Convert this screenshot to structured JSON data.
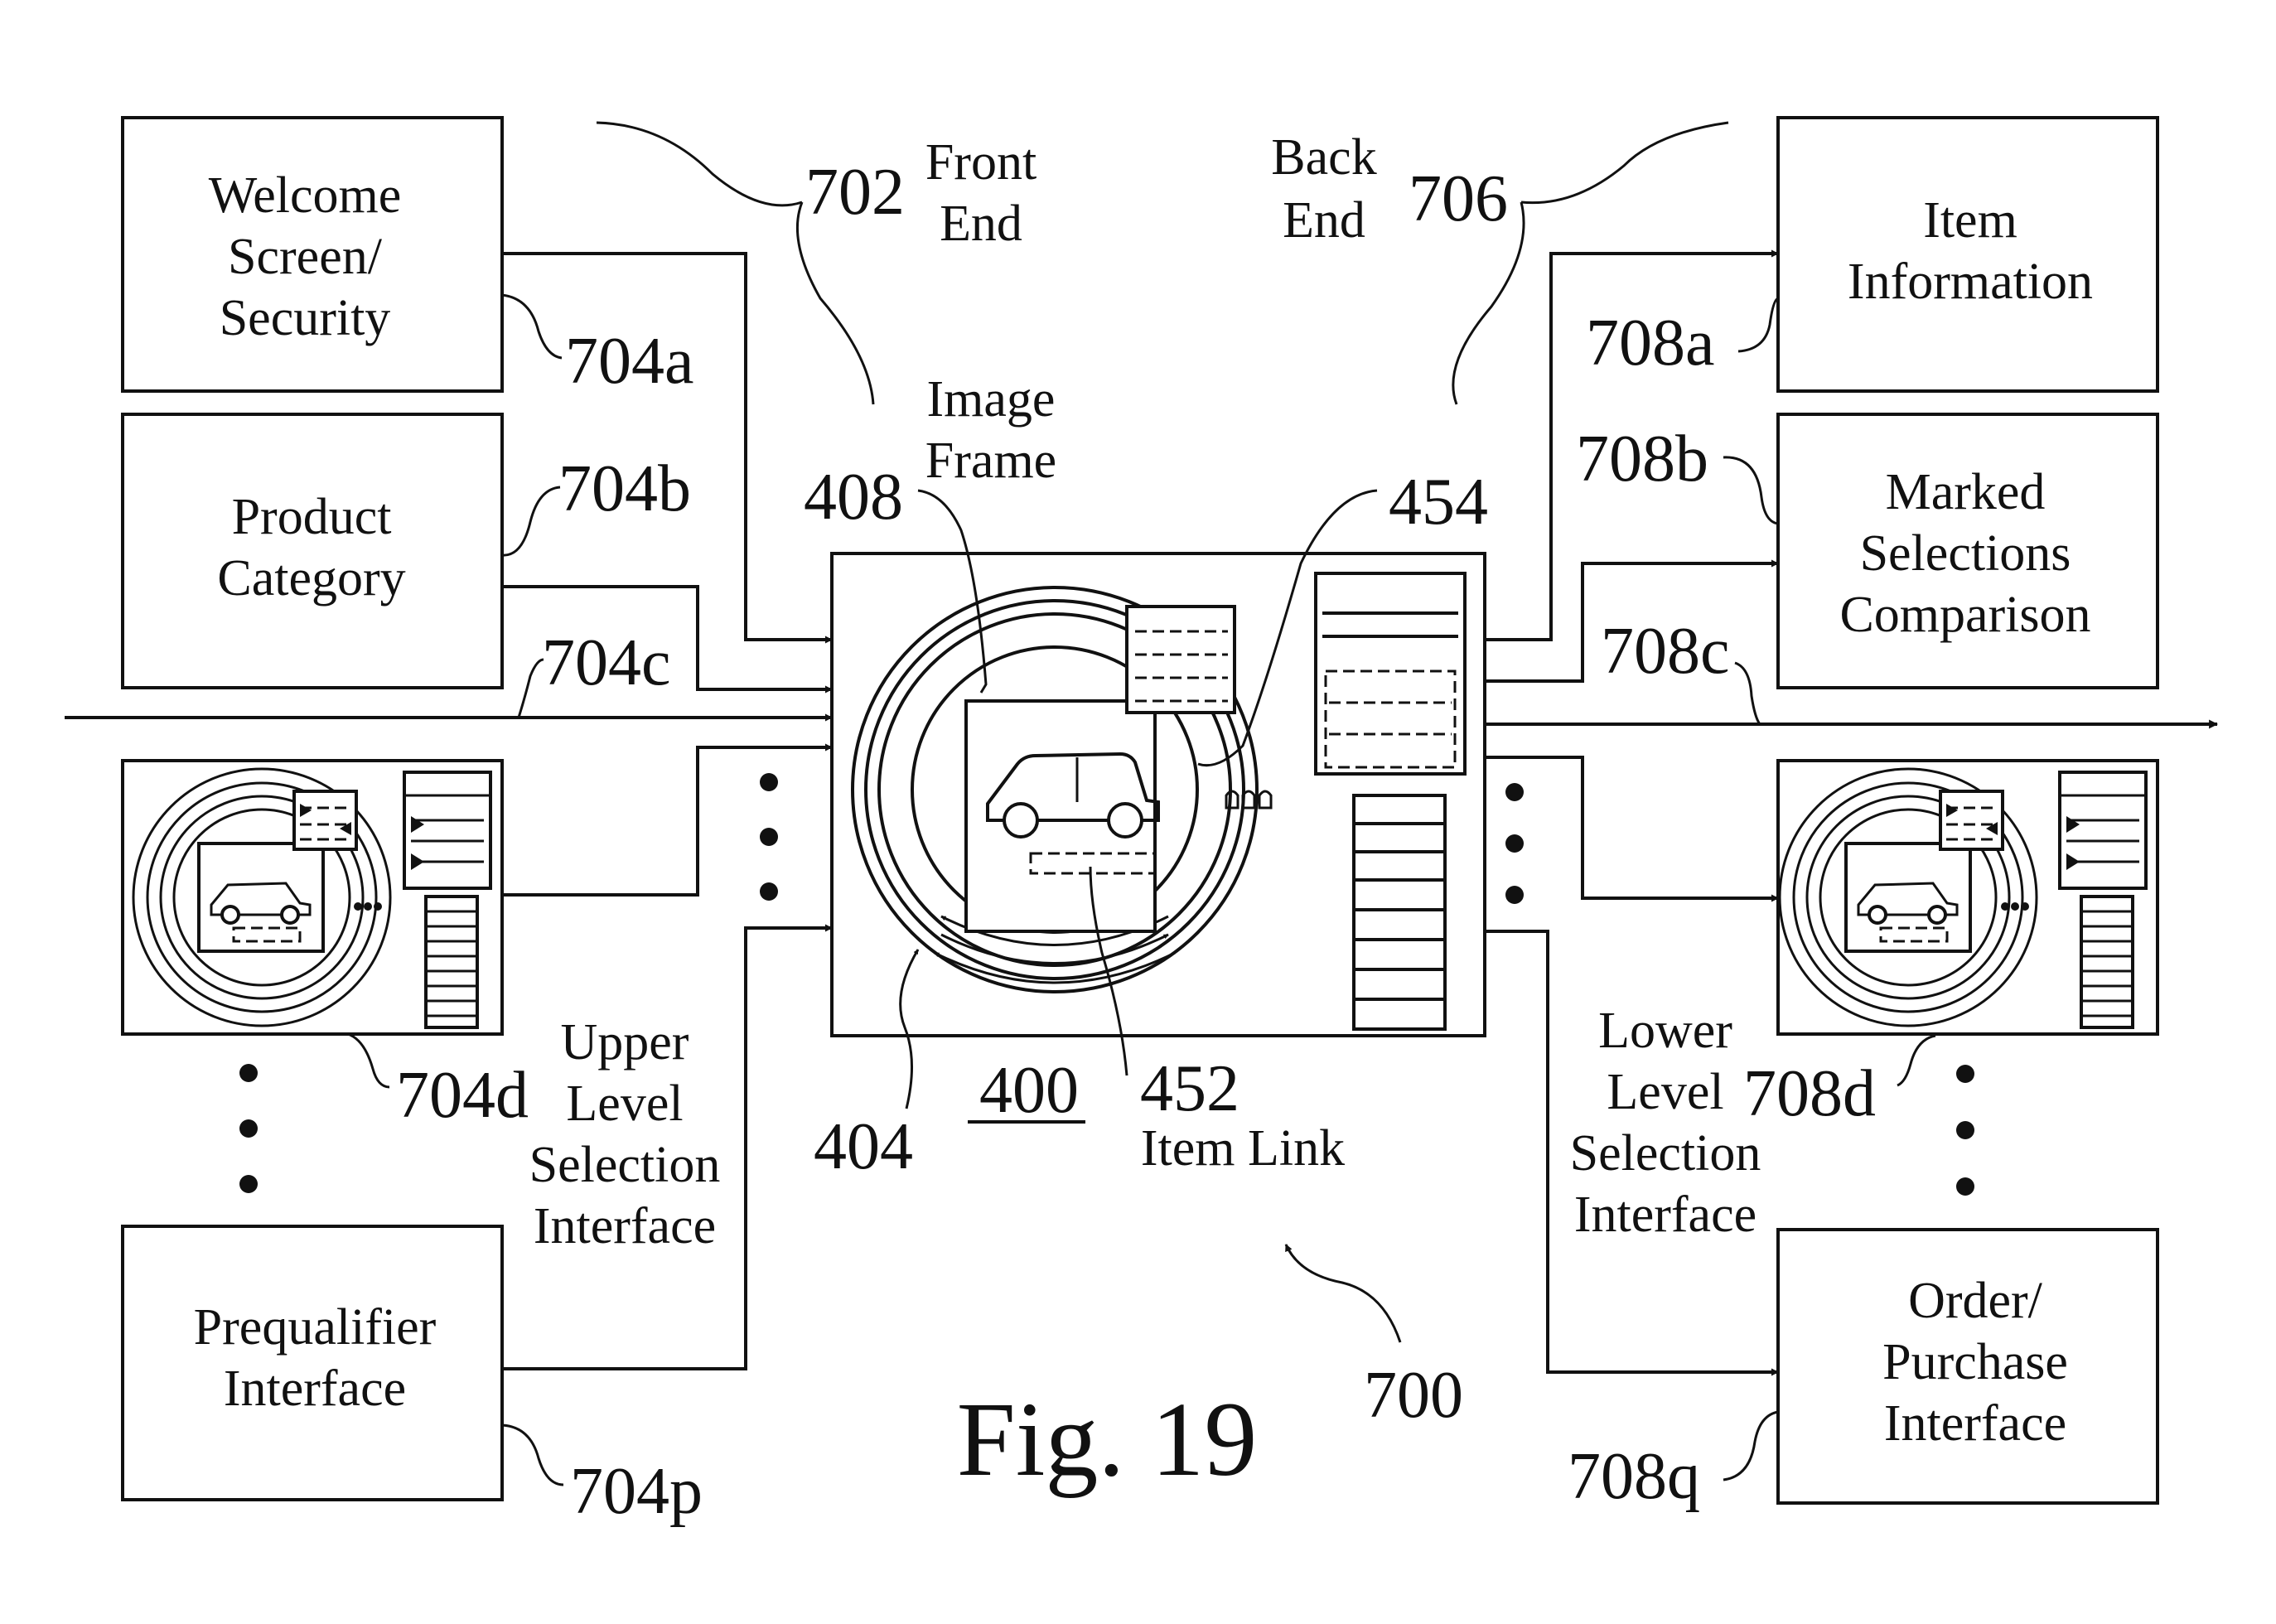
{
  "figure": {
    "caption": "Fig. 19",
    "reference": "700",
    "front_end": {
      "lines": [
        "Front",
        "End"
      ],
      "ref": "702"
    },
    "back_end": {
      "lines": [
        "Back",
        "End"
      ],
      "ref": "706"
    }
  },
  "left_boxes": {
    "welcome": {
      "lines": [
        "Welcome",
        "Screen/",
        "Security"
      ],
      "ref": "704a"
    },
    "product": {
      "lines": [
        "Product",
        "Category"
      ],
      "ref": "704b"
    },
    "arrow_ref": "704c",
    "upper_interface": {
      "ref": "704d"
    },
    "prequalifier": {
      "lines": [
        "Prequalifier",
        "Interface"
      ],
      "ref": "704p"
    },
    "upper_caption": [
      "Upper",
      "Level",
      "Selection",
      "Interface"
    ]
  },
  "center": {
    "ref": "400",
    "ring_ref": "404",
    "image_frame": {
      "lines": [
        "Image",
        "Frame"
      ],
      "ref": "408"
    },
    "marker_ref": "454",
    "item_link": {
      "label": "Item Link",
      "ref": "452"
    }
  },
  "right_boxes": {
    "item_info": {
      "lines": [
        "Item",
        "Information"
      ],
      "ref": "708a"
    },
    "marked": {
      "lines": [
        "Marked",
        "Selections",
        "Comparison"
      ],
      "ref": "708b"
    },
    "arrow_ref": "708c",
    "lower_interface": {
      "ref": "708d"
    },
    "order": {
      "lines": [
        "Order/",
        "Purchase",
        "Interface"
      ],
      "ref": "708q"
    },
    "lower_caption": [
      "Lower",
      "Level",
      "Selection",
      "Interface"
    ]
  }
}
